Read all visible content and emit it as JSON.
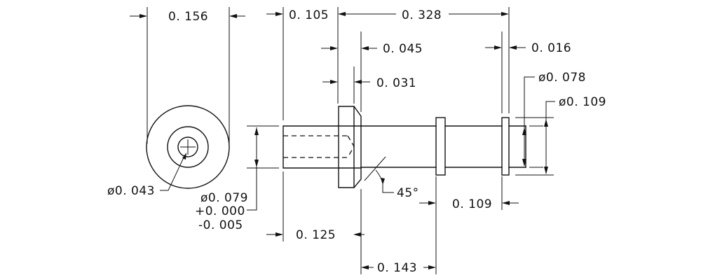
{
  "dimensions": {
    "end_view_width": "0. 156",
    "head_offset": "0. 105",
    "overall_length": "0. 328",
    "head_width": "0. 045",
    "ring_width": "0. 016",
    "chamfer_width": "0. 031",
    "ring_diameter": "ø0. 078",
    "ring_outer_diameter": "ø0. 109",
    "hole_diameter": "ø0. 043",
    "shank_diameter": "ø0. 079",
    "tol_plus": "+0. 000",
    "tol_minus": "-0. 005",
    "chamfer_angle": "45°",
    "ring_spacing": "0. 109",
    "shank_length": "0. 125",
    "groove_position": "0. 143"
  }
}
